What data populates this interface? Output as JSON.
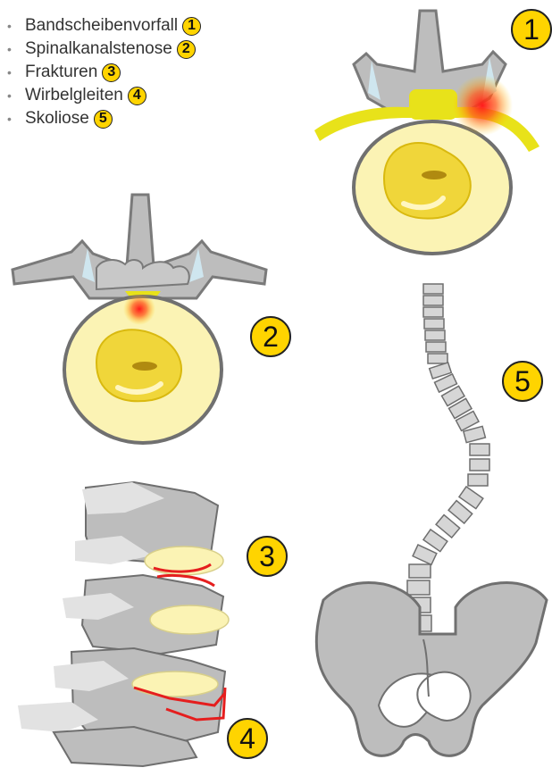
{
  "legend": [
    {
      "label": "Bandscheibenvorfall",
      "number": "1"
    },
    {
      "label": "Spinalkanalstenose",
      "number": "2"
    },
    {
      "label": "Frakturen",
      "number": "3"
    },
    {
      "label": "Wirbelgleiten",
      "number": "4"
    },
    {
      "label": "Skoliose",
      "number": "5"
    }
  ],
  "badges": {
    "one": "1",
    "two": "2",
    "three": "3",
    "four": "4",
    "five": "5"
  },
  "colors": {
    "bone": "#bdbdbd",
    "bone_dark": "#7a7a7a",
    "disc": "#fbf3b4",
    "nucleus": "#f0d63a",
    "nerve": "#e8e21a",
    "inflammation": "#e51e1e",
    "badge": "#ffd400"
  }
}
